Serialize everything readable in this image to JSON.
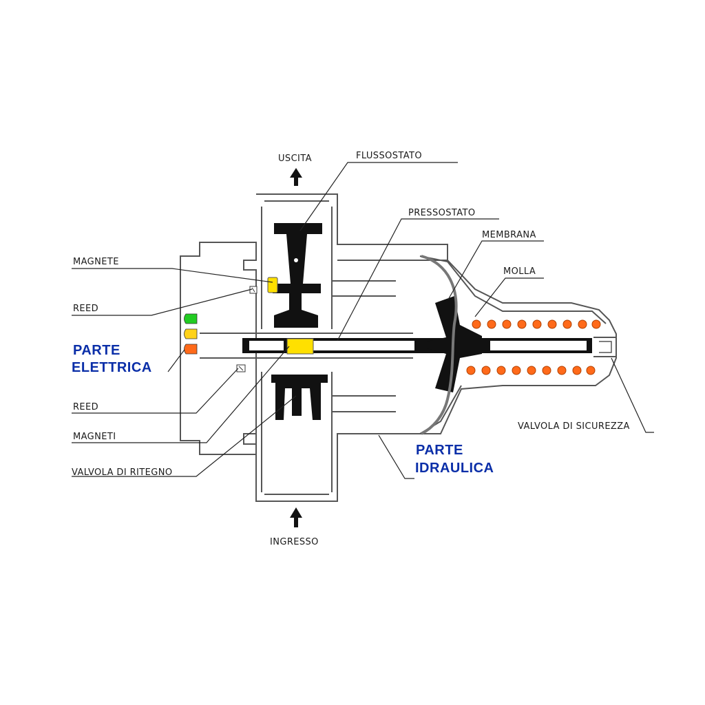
{
  "diagram": {
    "labels": {
      "uscita": "USCITA",
      "flussostato": "FLUSSOSTATO",
      "pressostato": "PRESSOSTATO",
      "membrana": "MEMBRANA",
      "molla": "MOLLA",
      "magnete": "MAGNETE",
      "reed_top": "REED",
      "parte_elettrica_1": "PARTE",
      "parte_elettrica_2": "ELETTRICA",
      "reed_bottom": "REED",
      "magneti": "MAGNETI",
      "valvola_ritegno": "VALVOLA DI RITEGNO",
      "valvola_sicurezza": "VALVOLA DI SICUREZZA",
      "parte_idraulica_1": "PARTE",
      "parte_idraulica_2": "IDRAULICA",
      "ingresso": "INGRESSO"
    },
    "colors": {
      "led_green": "#22cc22",
      "led_yellow": "#ffd21a",
      "led_orange": "#ff6a1a",
      "magnet_yellow": "#ffe000",
      "spring_orange": "#ff6a1a",
      "section_label_blue": "#0a2ea8",
      "metal_black": "#111111",
      "housing_gray": "#555555"
    }
  }
}
